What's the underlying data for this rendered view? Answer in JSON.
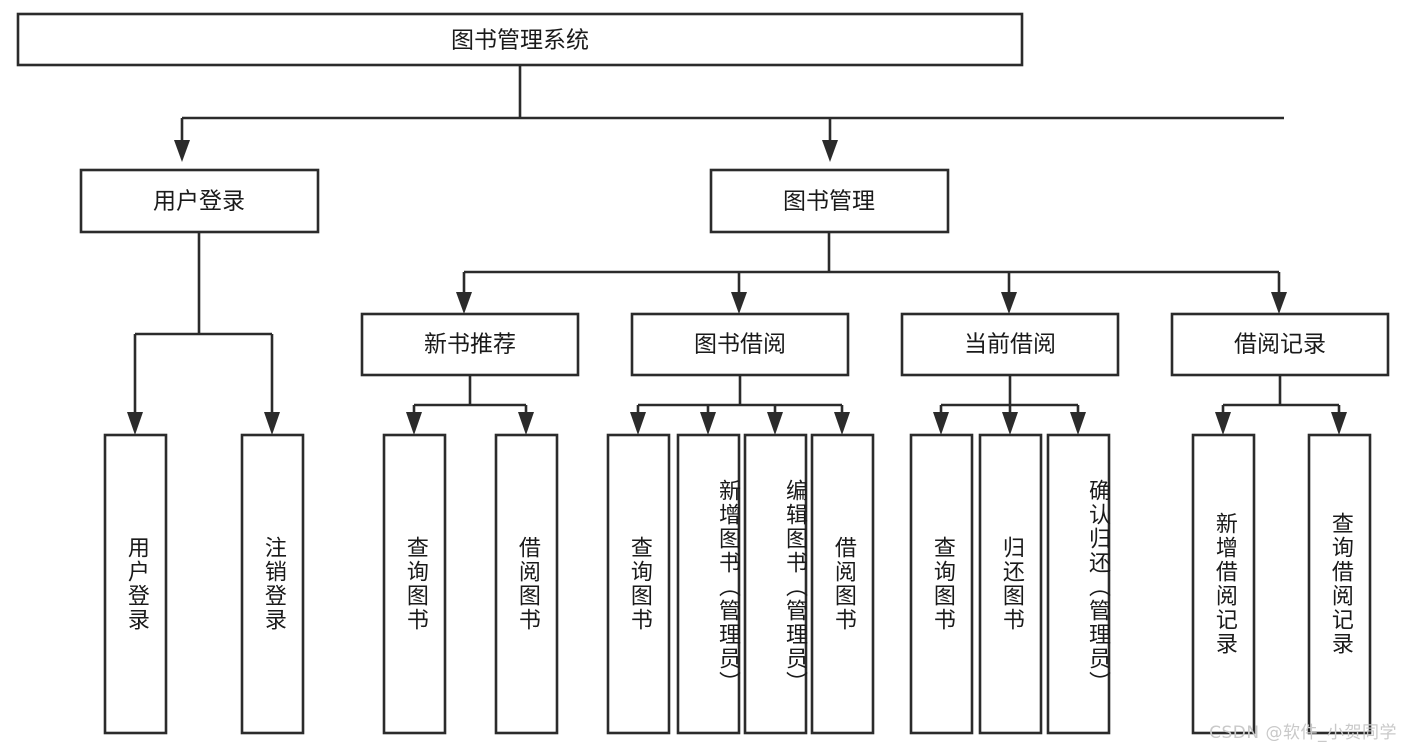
{
  "diagram": {
    "type": "tree-hierarchy-flowchart",
    "title": "图书管理系统",
    "orientation": "top-down",
    "colors": {
      "box_fill": "#ffffff",
      "box_stroke": "#2b2b2b",
      "text": "#1a1a1a",
      "background": "#ffffff",
      "watermark": "#c9c9c9"
    },
    "root": {
      "label": "图书管理系统"
    },
    "level2": [
      {
        "label": "用户登录"
      },
      {
        "label": "图书管理"
      }
    ],
    "level3": [
      {
        "label": "新书推荐"
      },
      {
        "label": "图书借阅"
      },
      {
        "label": "当前借阅"
      },
      {
        "label": "借阅记录"
      }
    ],
    "leaves": {
      "user_login": [
        {
          "label": "用户登录"
        },
        {
          "label": "注销登录"
        }
      ],
      "new_book_recommend": [
        {
          "label": "查询图书"
        },
        {
          "label": "借阅图书"
        }
      ],
      "book_borrow": [
        {
          "label": "查询图书"
        },
        {
          "label": "新增图书（管理员）"
        },
        {
          "label": "编辑图书（管理员）"
        },
        {
          "label": "借阅图书"
        }
      ],
      "current_borrow": [
        {
          "label": "查询图书"
        },
        {
          "label": "归还图书"
        },
        {
          "label": "确认归还（管理员）"
        }
      ],
      "borrow_record": [
        {
          "label": "新增借阅记录"
        },
        {
          "label": "查询借阅记录"
        }
      ]
    },
    "watermark": "CSDN @软件_小贺同学"
  }
}
